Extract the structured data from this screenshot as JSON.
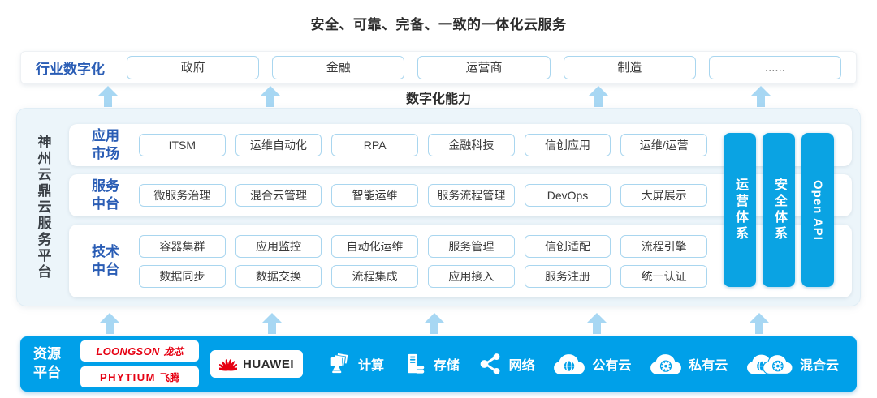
{
  "title": "安全、可靠、完备、一致的一体化云服务",
  "industry_row": {
    "label": "行业数字化",
    "items": [
      "政府",
      "金融",
      "运营商",
      "制造",
      "......"
    ]
  },
  "capability_label": "数字化能力",
  "platform": {
    "side_label": "神州云鼎云服务平台",
    "rows": [
      {
        "label": "应用市场",
        "chips": [
          [
            "ITSM",
            "运维自动化",
            "RPA",
            "金融科技",
            "信创应用",
            "运维/运营"
          ]
        ]
      },
      {
        "label": "服务中台",
        "chips": [
          [
            "微服务治理",
            "混合云管理",
            "智能运维",
            "服务流程管理",
            "DevOps",
            "大屏展示"
          ]
        ]
      },
      {
        "label": "技术中台",
        "chips": [
          [
            "容器集群",
            "应用监控",
            "自动化运维",
            "服务管理",
            "信创适配",
            "流程引擎"
          ],
          [
            "数据同步",
            "数据交换",
            "流程集成",
            "应用接入",
            "服务注册",
            "统一认证"
          ]
        ]
      }
    ],
    "pillars": [
      "运营体系",
      "安全体系",
      "Open API"
    ]
  },
  "resource_bar": {
    "label": "资源平台",
    "vendors": {
      "loongson": {
        "en": "LOONGSON",
        "cn": "龙芯"
      },
      "phytium": {
        "en": "PHYTIUM",
        "cn": "飞腾"
      },
      "huawei": "HUAWEI"
    },
    "resources": [
      {
        "name": "计算",
        "icon": "compute-icon"
      },
      {
        "name": "存储",
        "icon": "storage-icon"
      },
      {
        "name": "网络",
        "icon": "network-icon"
      },
      {
        "name": "公有云",
        "icon": "public-cloud-icon"
      },
      {
        "name": "私有云",
        "icon": "private-cloud-icon"
      },
      {
        "name": "混合云",
        "icon": "hybrid-cloud-icon"
      }
    ]
  },
  "colors": {
    "accent_blue": "#00a0e9",
    "pillar_blue": "#0aa3e3",
    "arrow_blue": "#a7d7f3",
    "label_blue": "#2a5db5",
    "panel_bg": "#ecf5fa",
    "chip_border": "#a9d6ef",
    "logo_red": "#e60012"
  }
}
